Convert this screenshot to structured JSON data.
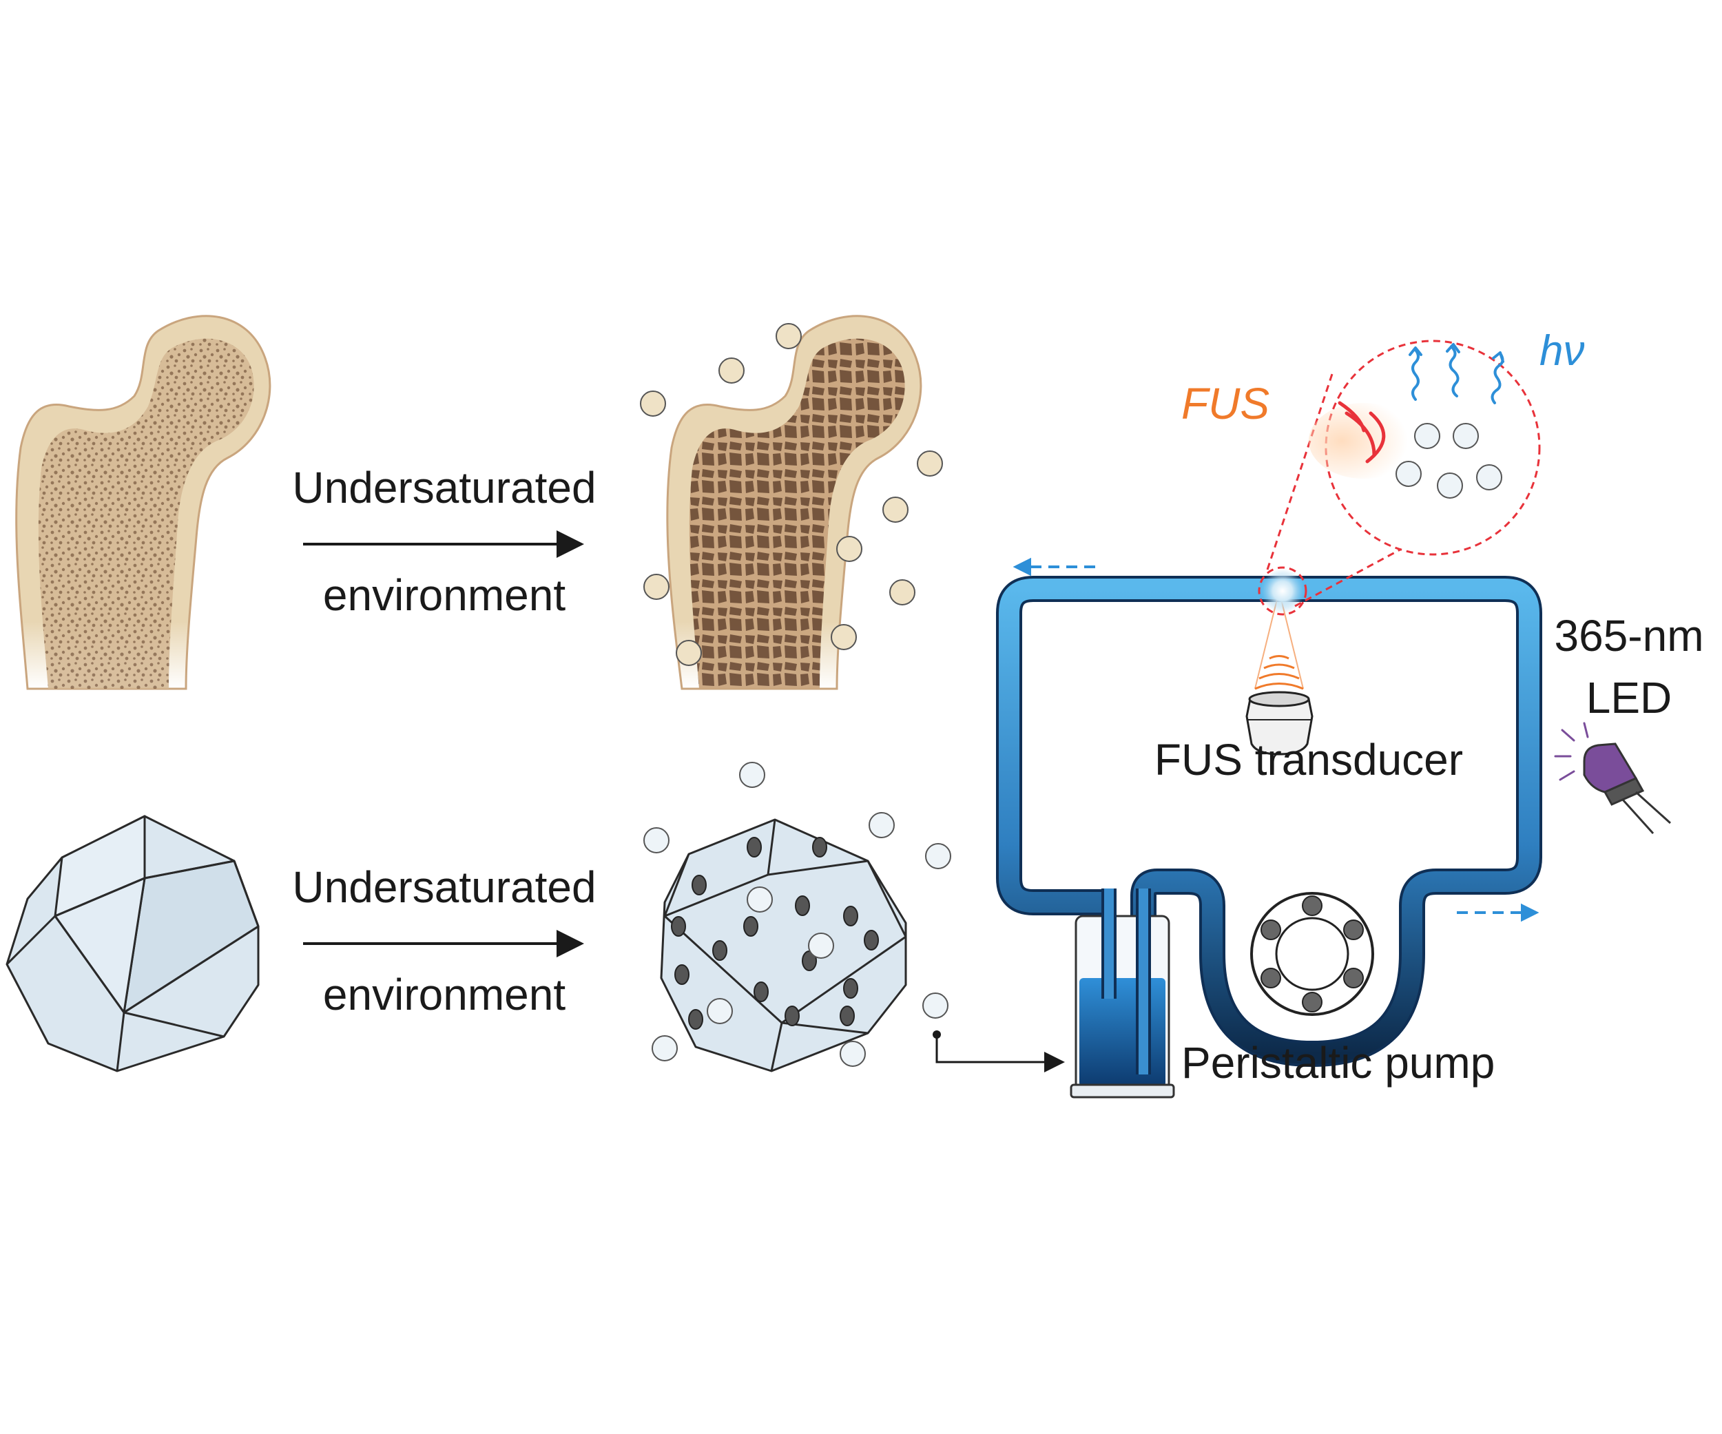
{
  "panels": {
    "top_process": {
      "label_line1": "Undersaturated",
      "label_line2": "environment"
    },
    "bottom_process": {
      "label_line1": "Undersaturated",
      "label_line2": "environment"
    }
  },
  "setup": {
    "fus_label": "FUS",
    "hv_label": "hν",
    "transducer_label": "FUS transducer",
    "led_label_line1": "365-nm",
    "led_label_line2": "LED",
    "pump_label": "Peristaltic pump"
  },
  "colors": {
    "bone_outer": "#e8d6b3",
    "bone_spongy": "#8b6b4f",
    "bone_eroded": "#6f4e37",
    "crystal_fill": "#dbe7f0",
    "tube_light": "#5ab8ec",
    "tube_dark": "#0d2a4a",
    "fus_orange": "#f07a2a",
    "hv_blue": "#2d8fd8",
    "laser_red": "#e8323a",
    "led_purple": "#7a4d9a"
  },
  "icons": [
    "bone-femur-icon",
    "crystal-icon",
    "particle-icon",
    "transducer-icon",
    "led-icon",
    "vial-icon",
    "pump-roller-icon",
    "wave-photon-icon"
  ]
}
